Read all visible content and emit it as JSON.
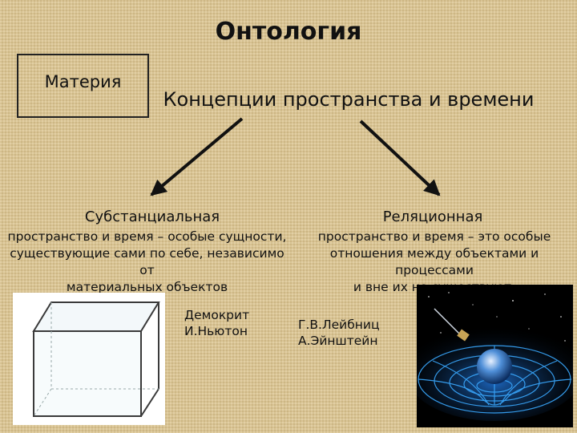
{
  "title": "Онтология",
  "matter": "Материя",
  "concepts": "Концепции пространства и времени",
  "substantial": {
    "title": "Субстанциальная",
    "desc_lines": [
      "пространство и время – особые сущности,",
      "существующие сами по себе, независимо от",
      "материальных объектов"
    ],
    "names": [
      "Демокрит",
      "И.Ньютон"
    ]
  },
  "relational": {
    "title": "Реляционная",
    "desc_lines": [
      "пространство и время – это особые",
      "отношения между объектами и процессами",
      "и вне их не существуют."
    ],
    "names": [
      "Г.В.Лейбниц",
      "А.Эйнштейн"
    ]
  },
  "colors": {
    "background": "#dcc48e",
    "text": "#111111"
  },
  "icons": [
    "glass-box-image",
    "spacetime-curvature-image"
  ]
}
